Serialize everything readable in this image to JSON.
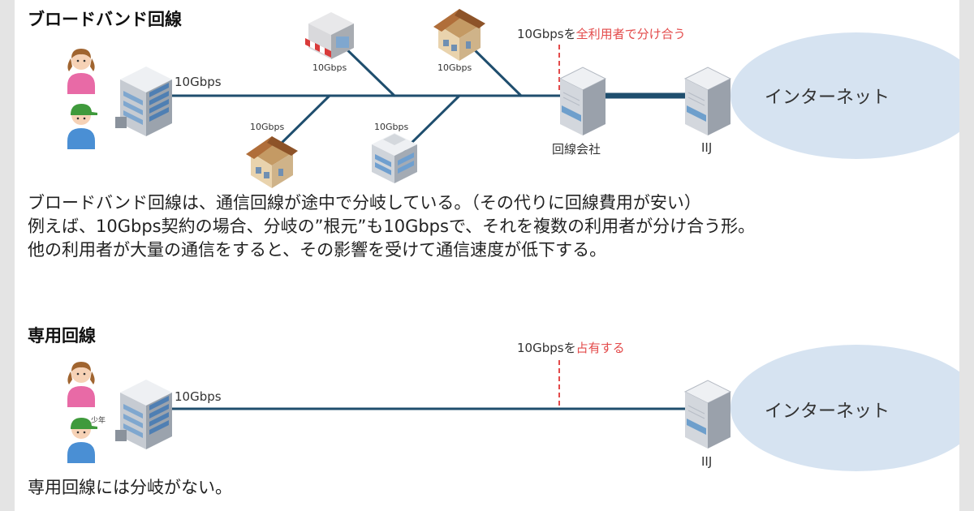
{
  "broadband": {
    "title": "ブロードバンド回線",
    "speed_label": "10Gbps",
    "share_note_prefix": "10Gbpsを",
    "share_note_highlight": "全利用者で分け合う",
    "isp_label": "回線会社",
    "iij_label": "IIJ",
    "internet_label": "インターネット",
    "branch_labels": [
      "10Gbps",
      "10Gbps",
      "10Gbps",
      "10Gbps"
    ],
    "description": [
      "ブロードバンド回線は、通信回線が途中で分岐している。（その代りに回線費用が安い）",
      "例えば、10Gbps契約の場合、分岐の”根元”も10Gbpsで、それを複数の利用者が分け合う形。",
      "他の利用者が大量の通信をすると、その影響を受けて通信速度が低下する。"
    ]
  },
  "dedicated": {
    "title": "専用回線",
    "speed_label": "10Gbps",
    "own_note_prefix": "10Gbpsを",
    "own_note_highlight": "占有する",
    "iij_label": "IIJ",
    "internet_label": "インターネット",
    "person_tag": "少年",
    "description": "専用回線には分岐がない。"
  },
  "colors": {
    "line": "#1f4e6e",
    "cloud": "#d6e3f1",
    "highlight": "#e34a4a",
    "female_person": "#e86aa6",
    "male_person": "#4a8fd4"
  }
}
